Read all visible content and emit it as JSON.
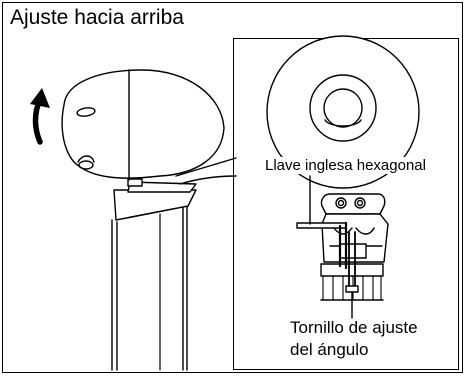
{
  "title": "Ajuste hacia arriba",
  "labels": {
    "wrench": "Llave inglesa hexagonal",
    "screw_line1": "Tornillo de ajuste",
    "screw_line2": "del ángulo"
  },
  "icons": {
    "rotate_arrow": "curved-up-arrow-icon"
  }
}
